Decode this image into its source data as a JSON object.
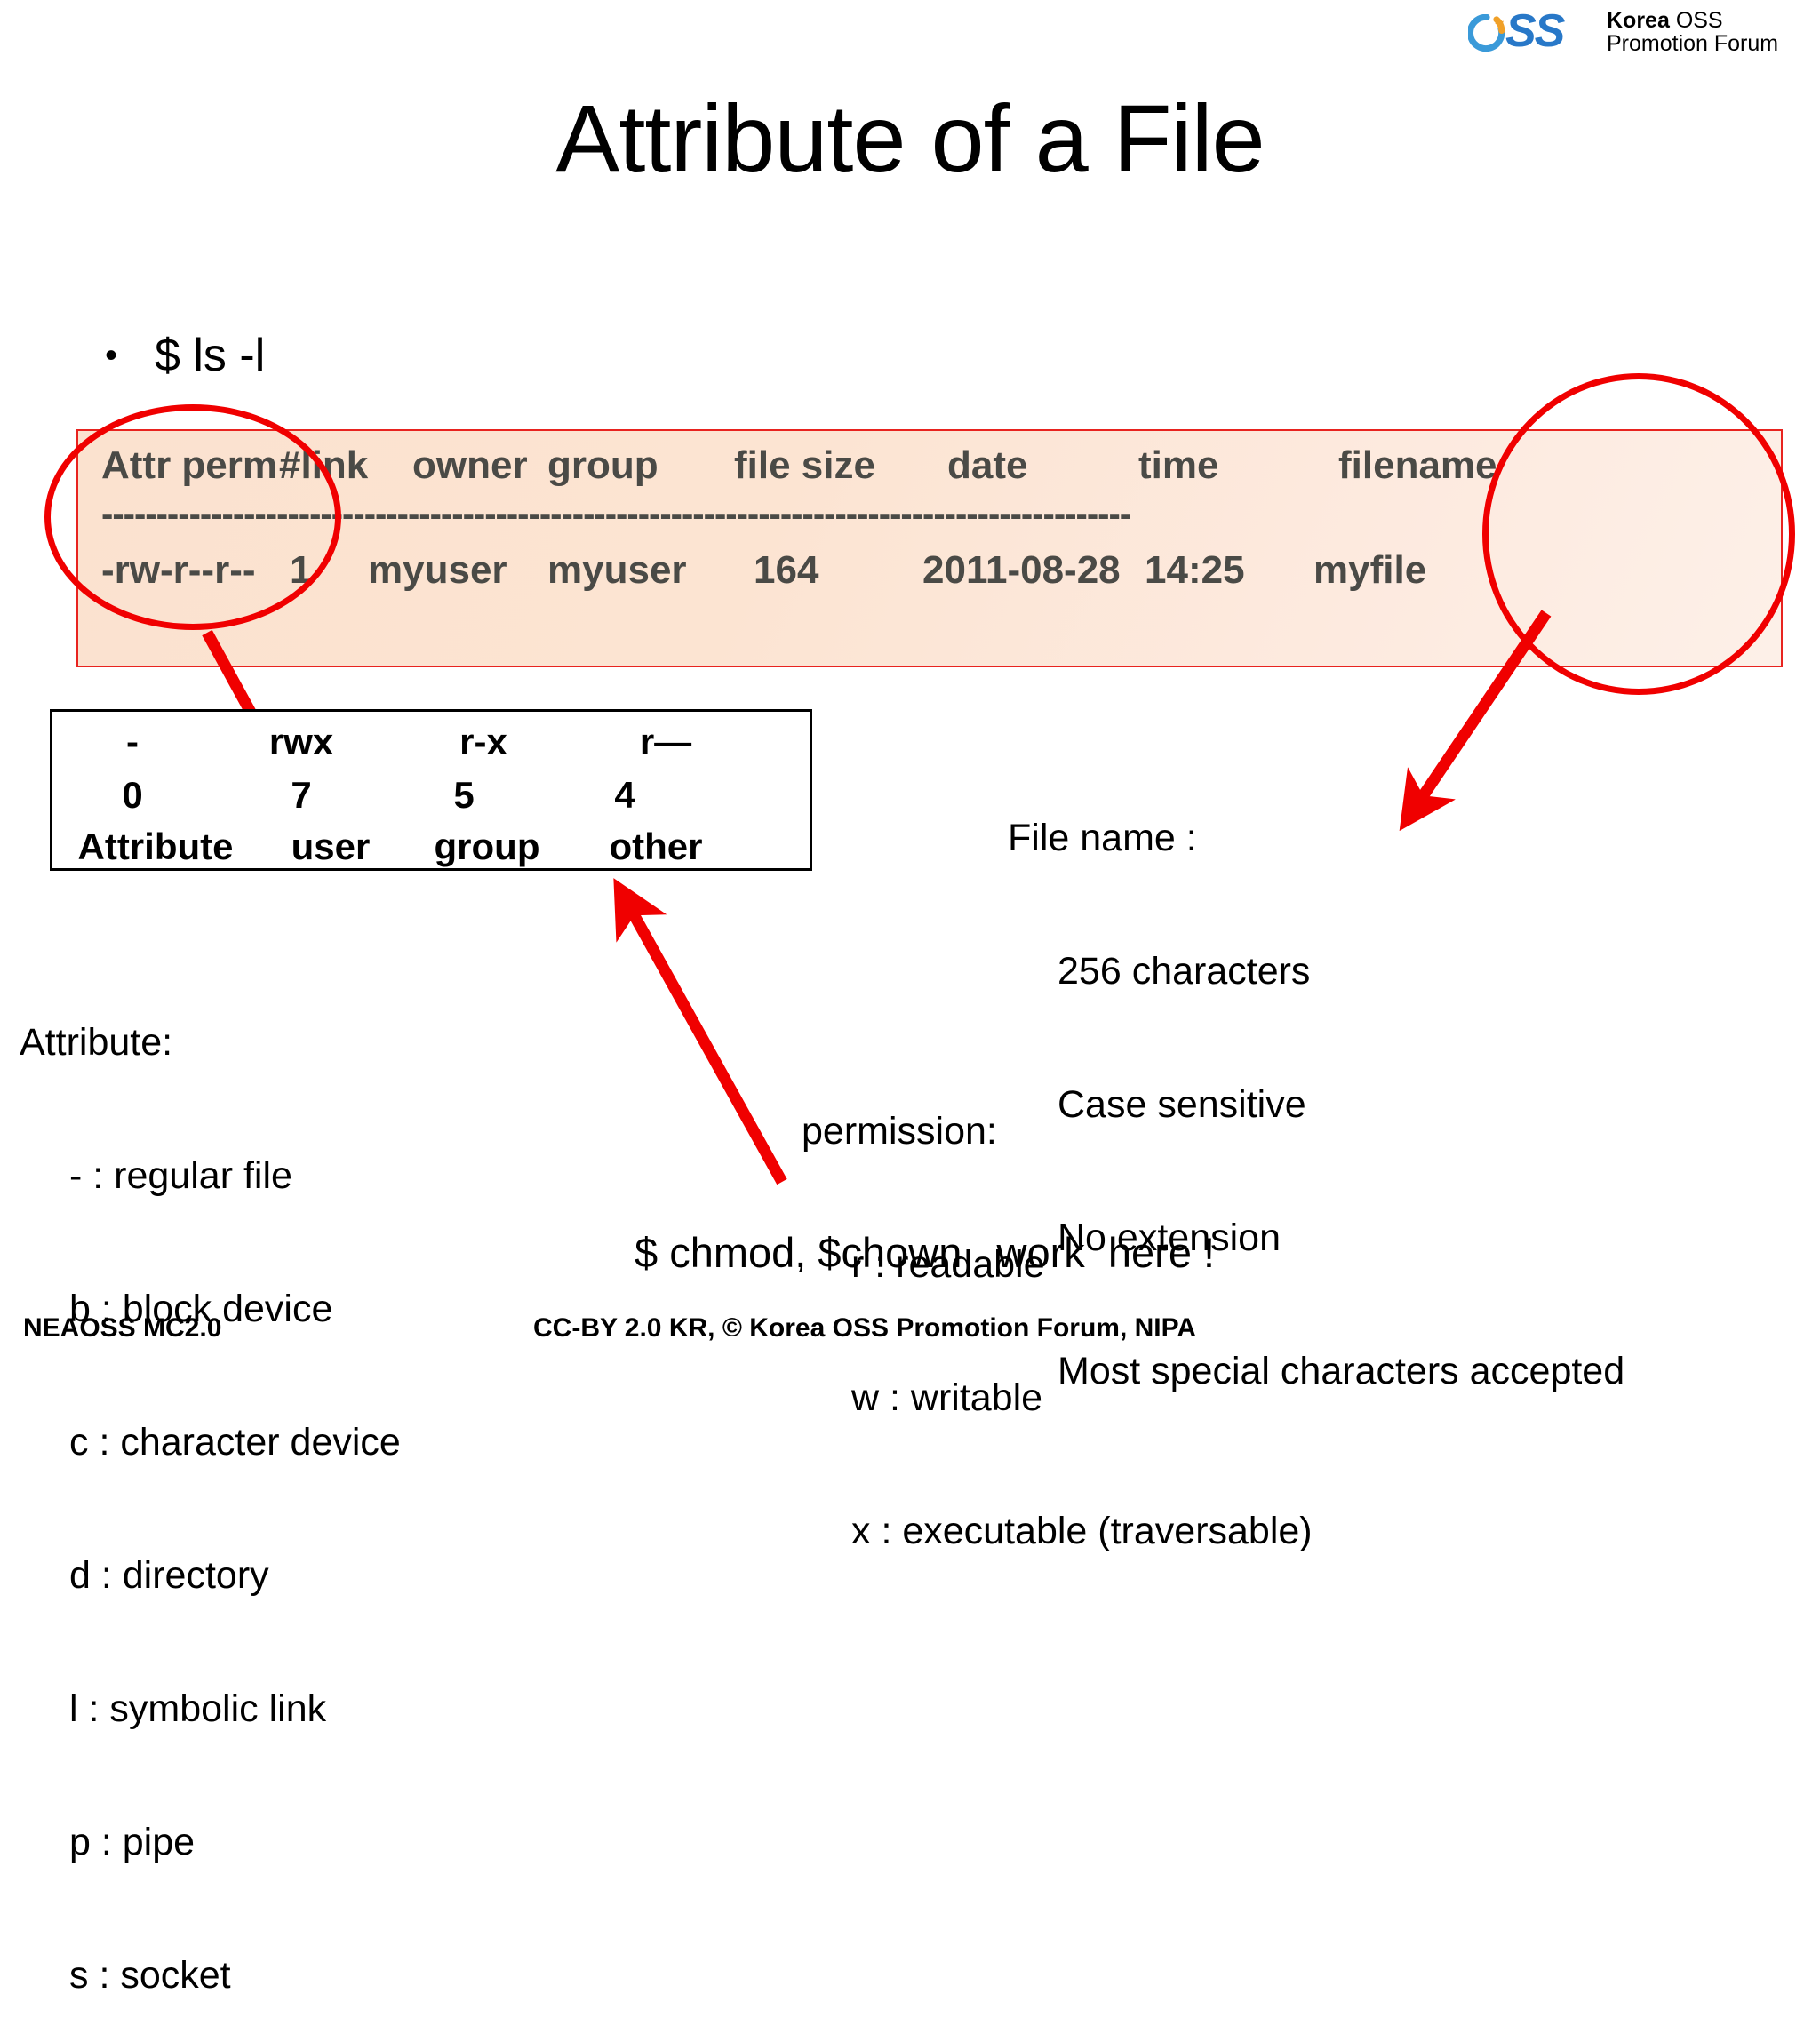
{
  "logo": {
    "mark": "oss-circular-arrow-logo",
    "wordmark": "SS",
    "line1_bold": "Korea ",
    "line1_rest": "OSS",
    "line2": "Promotion Forum"
  },
  "title": "Attribute of a File",
  "command": {
    "bullet": "•",
    "text": "$ ls -l"
  },
  "ls_table": {
    "header": {
      "attr_perm": "Attr perm",
      "link": "#link",
      "owner": "owner",
      "group": "group",
      "file_size": "file size",
      "date": "date",
      "time": "time",
      "filename": "filename"
    },
    "separator": "----------------------------------------------------------------------------------------------",
    "data": {
      "attr_perm": "-rw-r--r--",
      "link": "1",
      "owner": "myuser",
      "group": "myuser",
      "file_size": "164",
      "date": "2011-08-28",
      "time": "14:25",
      "filename": "myfile"
    }
  },
  "perm_box": {
    "row_symbols": [
      "-",
      "rwx",
      "r-x",
      "r—"
    ],
    "row_octal": [
      "0",
      "7",
      "5",
      "4"
    ],
    "row_labels": [
      "Attribute",
      "user",
      "group",
      "other"
    ]
  },
  "attribute_legend": {
    "heading": "Attribute:",
    "items": [
      "- : regular file",
      "b : block device",
      "c : character device",
      "d : directory",
      "l : symbolic link",
      "p : pipe",
      "s : socket"
    ]
  },
  "filename_notes": {
    "heading": "File name :",
    "items": [
      "256 characters",
      "Case sensitive",
      "No extension",
      "Most special characters accepted"
    ]
  },
  "permission_notes": {
    "heading": "permission:",
    "items": [
      "r : readable",
      "w : writable",
      "x : executable (traversable)"
    ]
  },
  "chmod_note": "$ chmod, $chown   work  here !",
  "footer": {
    "left": "NEAOSS MC2.0",
    "center": "CC-BY 2.0 KR, © Korea OSS Promotion Forum, NIPA"
  },
  "colors": {
    "annotation_red": "#f00000",
    "table_border": "#e8231f",
    "table_fill": "#fbe2cf",
    "table_text": "#4a4a46",
    "logo_blue": "#2878c8",
    "logo_orange": "#f0a028"
  }
}
